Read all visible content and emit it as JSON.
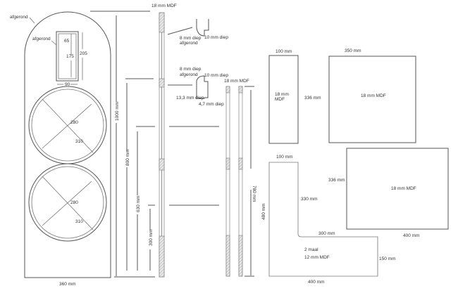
{
  "front_panel": {
    "rounded_top": "afgerond",
    "rounded_port": "afgerond",
    "port_inner_width": "65",
    "port_inner_height": "175",
    "port_outer_height": "205",
    "port_outer_width": "90",
    "driver1_inner": "280",
    "driver1_outer": "310",
    "driver2_inner": "280",
    "driver2_outer": "310",
    "width": "360 mm"
  },
  "heights": {
    "total": "1000 mm",
    "h800": "800 mm",
    "h630": "630 mm",
    "h300": "300 mm"
  },
  "side_section": {
    "material": "18 mm MDF",
    "profile1_depth": "8 mm diep",
    "profile1_note": "afgerond",
    "profile1_step": "10 mm diep",
    "profile2_depth": "8 mm diep",
    "profile2_note": "afgerond",
    "profile2_step": "10 mm diep",
    "profile2_lower": "13,3 mm diep",
    "profile2_lower_step": "4,7 mm diep"
  },
  "inner_strips": {
    "material": "18 mm MDF",
    "height": "780 mm"
  },
  "panels": {
    "narrow": {
      "width": "100 mm",
      "material_line1": "18 mm",
      "material_line2": "MDF",
      "height": "336 mm"
    },
    "square": {
      "width": "350 mm",
      "material": "18 mm MDF"
    },
    "large": {
      "height": "336 mm",
      "material": "18 mm MDF",
      "width": "400 mm"
    },
    "l_shape": {
      "top_width": "100 mm",
      "inner_height": "330 mm",
      "inner_width": "300 mm",
      "count": "2 maal",
      "material": "12 mm MDF",
      "foot_height": "150 mm",
      "bottom_width": "400 mm",
      "height": "480 mm"
    }
  }
}
